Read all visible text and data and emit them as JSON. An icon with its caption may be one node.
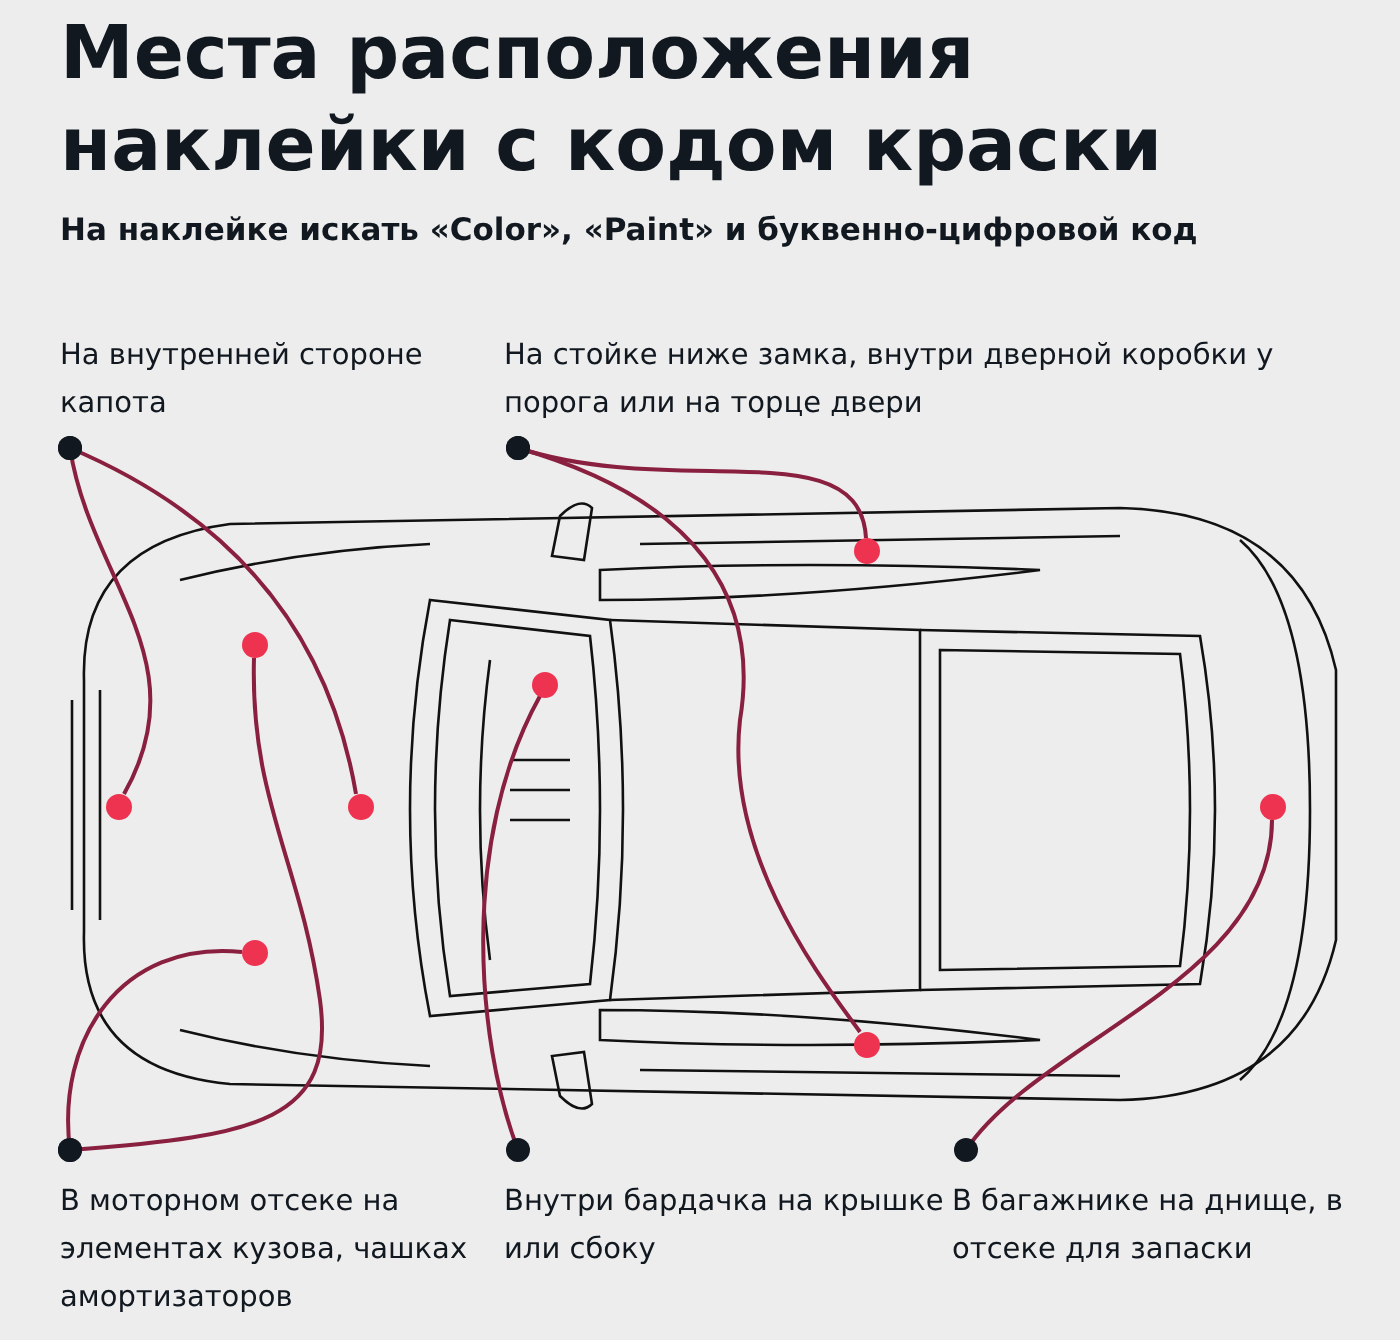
{
  "diagram": {
    "title": "Места расположения наклейки с кодом краски",
    "labels": [
      "На наклейке искать «Color», «Paint» и буквенно-цифровой код"
    ],
    "nodes": [
      {
        "text": [
          "На внутренней стороне капота"
        ]
      },
      {
        "text": [
          "На стойке ниже замка, внутри дверной коробки у порога или на торце двери"
        ]
      },
      {
        "text": [
          "В моторном отсеке на элементах кузова, чашках амортизаторов"
        ]
      },
      {
        "text": [
          "Внутри бардачка на крышке или сбоку"
        ]
      },
      {
        "text": [
          "В багажнике на днище, в отсеке для запаски"
        ]
      },
      {
        "text": [],
        "shape": "circle"
      },
      {
        "text": [],
        "shape": "circle"
      },
      {
        "text": [],
        "shape": "circle"
      },
      {
        "text": [],
        "shape": "circle"
      },
      {
        "text": [],
        "shape": "circle"
      },
      {
        "text": [],
        "shape": "circle"
      },
      {
        "text": [],
        "shape": "circle"
      },
      {
        "text": [],
        "shape": "circle"
      }
    ],
    "edges": [
      {
        "from": 0,
        "to": 8,
        "arrow": "other"
      },
      {
        "from": 0,
        "to": 9,
        "arrow": "other"
      },
      {
        "from": 1,
        "to": 5,
        "arrow": "other"
      },
      {
        "from": 1,
        "to": 12,
        "arrow": "other"
      },
      {
        "from": 2,
        "to": 6,
        "arrow": "other"
      },
      {
        "from": 2,
        "to": 11,
        "arrow": "other"
      },
      {
        "from": 3,
        "to": 7,
        "arrow": "other"
      },
      {
        "from": 4,
        "to": 10,
        "arrow": "other"
      }
    ]
  }
}
